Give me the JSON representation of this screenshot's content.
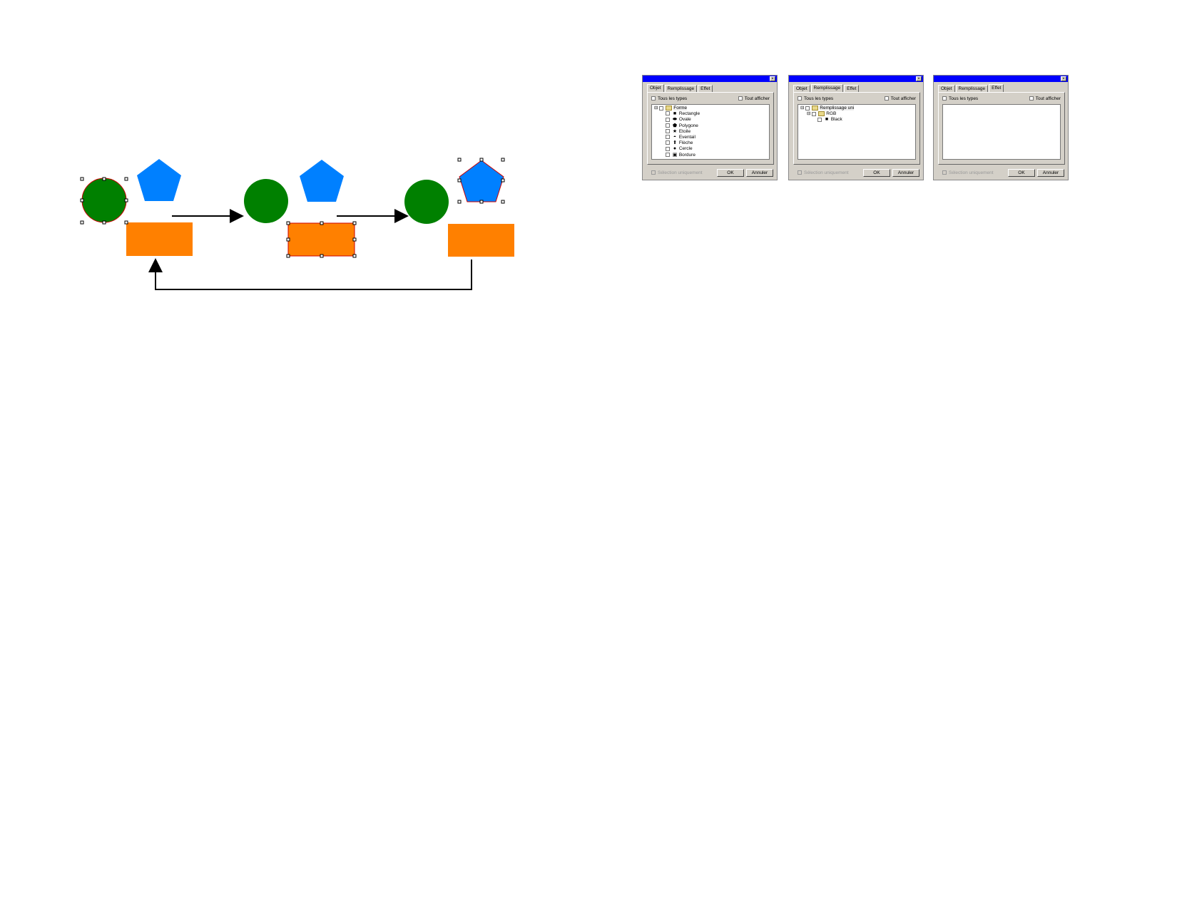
{
  "dialogs": [
    {
      "tabs": [
        "Objet",
        "Remplissage",
        "Effet"
      ],
      "active_tab": 0,
      "all_types": "Tous les types",
      "show_all": "Tout afficher",
      "root": "Forme",
      "items": [
        "Rectangle",
        "Ovale",
        "Polygone",
        "Etoile",
        "Eventail",
        "Flèche",
        "Cercle",
        "Bordure"
      ],
      "selection_only": "Sélection uniquement",
      "ok": "OK",
      "cancel": "Annuler",
      "close": "×"
    },
    {
      "tabs": [
        "Objet",
        "Remplissage",
        "Effet"
      ],
      "active_tab": 1,
      "all_types": "Tous les types",
      "show_all": "Tout afficher",
      "root": "Remplissage uni",
      "sub": "RGB",
      "leaf": "Black",
      "selection_only": "Sélection uniquement",
      "ok": "OK",
      "cancel": "Annuler",
      "close": "×"
    },
    {
      "tabs": [
        "Objet",
        "Remplissage",
        "Effet"
      ],
      "active_tab": 2,
      "all_types": "Tous les types",
      "show_all": "Tout afficher",
      "selection_only": "Sélection uniquement",
      "ok": "OK",
      "cancel": "Annuler",
      "close": "×"
    }
  ],
  "icons": [
    "square",
    "oval",
    "polygon",
    "star",
    "fan",
    "arrow-up",
    "circle",
    "border"
  ],
  "colors": {
    "green": "#008000",
    "blue": "#0080ff",
    "orange": "#ff8000",
    "title": "#0000ff"
  }
}
